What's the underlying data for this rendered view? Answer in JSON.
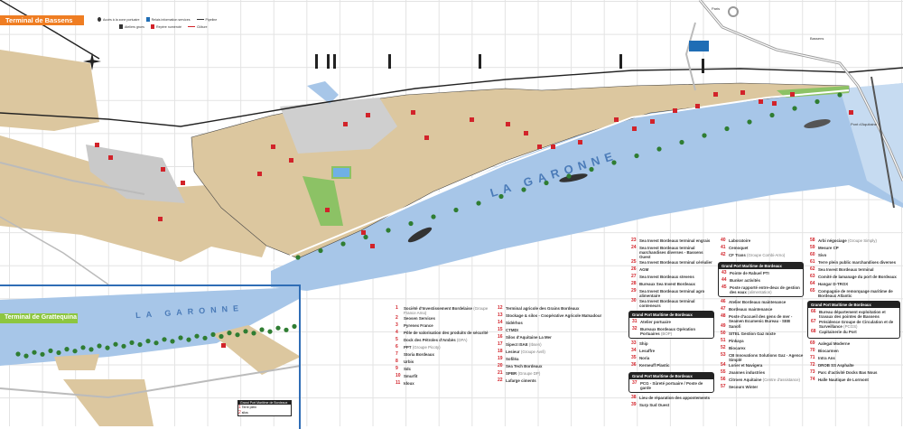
{
  "titles": {
    "bassens": "Terminal de Bassens",
    "grattequina": "Terminal de Grattequina"
  },
  "river": {
    "name": "LA GARONNE",
    "inset_name": "LA GARONNE"
  },
  "colors": {
    "river": "#a7c6e8",
    "land": "#dcc79f",
    "green": "#8cc265",
    "marker": "#d2232a",
    "title_bassens": "#ef7d22",
    "title_grattequina": "#8dc63f",
    "inset_border": "#2f6db5"
  },
  "legend": {
    "items": [
      {
        "icon": "access-icon",
        "label": "Accès à la zone portuaire"
      },
      {
        "icon": "info-panel-icon",
        "label": "Relais information services"
      },
      {
        "icon": "pipeline-icon",
        "label": "Pipeline"
      },
      {
        "icon": "crane-icon",
        "label": "Ateliers grues"
      },
      {
        "icon": "marker-icon",
        "label": "Repère numéroté"
      },
      {
        "icon": "fence-icon",
        "label": "Clôture"
      }
    ]
  },
  "map_labels": {
    "paris": "Paris",
    "bridge": "Pont d'Aquitaine",
    "sign": "Bassens"
  },
  "lists": {
    "col1": [
      {
        "n": "1",
        "t": "Société d'Investissement Bordelaise",
        "s": "(Groupe France Arno)"
      },
      {
        "n": "2",
        "t": "Seosen Services"
      },
      {
        "n": "3",
        "t": "Pyrenex France"
      },
      {
        "n": "4",
        "t": "Pôle de valorisation des produits de sécurité"
      },
      {
        "n": "5",
        "t": "Dock des Pétroles d'Ambès",
        "s": "(DPA)"
      },
      {
        "n": "6",
        "t": "PPT",
        "s": "(Groupe Picoty)"
      },
      {
        "n": "7",
        "t": "Storia Bordeaux"
      },
      {
        "n": "8",
        "t": "Urbis"
      },
      {
        "n": "9",
        "t": "Sdc"
      },
      {
        "n": "10",
        "t": "Smurfit"
      },
      {
        "n": "11",
        "t": "Idoux"
      }
    ],
    "col2": [
      {
        "n": "12",
        "t": "Terminal agricole des Grains Bordeaux"
      },
      {
        "n": "13",
        "t": "Stockage & silos - Coopérative Agricole Maïsadour"
      },
      {
        "n": "14",
        "t": "Sidérhos"
      },
      {
        "n": "15",
        "t": "CTMDI"
      },
      {
        "n": "16",
        "t": "Silos d'Aquitaine La Mer"
      },
      {
        "n": "17",
        "t": "Sipect ISAE",
        "s": "(Ibsen)"
      },
      {
        "n": "18",
        "t": "Lesieur",
        "s": "(Groupe Avril)"
      },
      {
        "n": "19",
        "t": "Sofiléa"
      },
      {
        "n": "20",
        "t": "Sea Tech Bordeaux"
      },
      {
        "n": "21",
        "t": "SPBR",
        "s": "(Groupe DP)"
      },
      {
        "n": "22",
        "t": "Lafarge ciments"
      }
    ],
    "col3": {
      "before": [
        {
          "n": "23",
          "t": "Sea Invest Bordeaux terminal engrais"
        },
        {
          "n": "24",
          "t": "Sea Invest Bordeaux terminal marchandises diverses - Bassens Ouest",
          "two": true
        },
        {
          "n": "25",
          "t": "Sea Invest Bordeaux terminal céréalier"
        },
        {
          "n": "26",
          "t": "AGM"
        },
        {
          "n": "27",
          "t": "Sea Invest Bordeaux stevens"
        },
        {
          "n": "28",
          "t": "Bureaux Sea Invest Bordeaux"
        },
        {
          "n": "29",
          "t": "Sea Invest Bordeaux terminal agro alimentaire"
        },
        {
          "n": "30",
          "t": "Sea Invest Bordeaux terminal conteneurs"
        }
      ],
      "box1": {
        "header": "Grand Port Maritime de Bordeaux",
        "items": [
          {
            "n": "31",
            "t": "Atelier portuaire"
          },
          {
            "n": "32",
            "t": "Bureaux Bordeaux Opération Portuaires",
            "s": "(BOP)"
          }
        ]
      },
      "middle": [
        {
          "n": "33",
          "t": "Ship"
        },
        {
          "n": "34",
          "t": "Lesaffre"
        },
        {
          "n": "35",
          "t": "Noria"
        },
        {
          "n": "36",
          "t": "Kerneuff Plastic"
        }
      ],
      "box2": {
        "header": "Grand Port Maritime de Bordeaux",
        "items": [
          {
            "n": "37",
            "t": "PCG - Sûreté portuaire / Poste de garde"
          }
        ]
      },
      "after": [
        {
          "n": "38",
          "t": "Lieu de réparation des appontements"
        },
        {
          "n": "39",
          "t": "Surp Sud Ouest"
        }
      ]
    },
    "col4": {
      "before": [
        {
          "n": "40",
          "t": "Laboratoire"
        },
        {
          "n": "41",
          "t": "Cemoquet"
        },
        {
          "n": "42",
          "t": "CF Trans",
          "s": "(Groupe Combi-Arno)"
        }
      ],
      "box": {
        "header": "Grand Port Maritime de Bordeaux",
        "items": [
          {
            "n": "43",
            "t": "Pointe de Rabuel PTI"
          },
          {
            "n": "44",
            "t": "Bunker activités"
          },
          {
            "n": "45",
            "t": "Poste rapporté entre-deux de gestion des eaux",
            "s": "(alimentation)",
            "two": true
          }
        ]
      },
      "after": [
        {
          "n": "46",
          "t": "Atelier Bordeaux maintenance"
        },
        {
          "n": "47",
          "t": "Bordeaux maintenance"
        },
        {
          "n": "48",
          "t": "Poste d'accueil des gens de mer - Seamen Ecumenic Bureau - SEB",
          "two": true
        },
        {
          "n": "49",
          "t": "Sanofi"
        },
        {
          "n": "50",
          "t": "SITEL Gestion Gaz mixte"
        },
        {
          "n": "51",
          "t": "Pinkaya"
        },
        {
          "n": "52",
          "t": "Biocarex"
        },
        {
          "n": "53",
          "t": "CB Innovations Solutions Gaz - Agence Simplé"
        },
        {
          "n": "54",
          "t": "Lorier et Navigera"
        },
        {
          "n": "55",
          "t": "Joannes industries"
        },
        {
          "n": "56",
          "t": "Citroen Aquitaine",
          "s": "(Centre d'assistance)"
        },
        {
          "n": "57",
          "t": "Secours Winter"
        }
      ]
    },
    "col5": {
      "before": [
        {
          "n": "58",
          "t": "Arbi négociage",
          "s": "(Groupe Simply)"
        },
        {
          "n": "59",
          "t": "Mesure CP"
        },
        {
          "n": "60",
          "t": "Sivo"
        },
        {
          "n": "61",
          "t": "Terre plein public marchandises diverses"
        },
        {
          "n": "62",
          "t": "Sea Invest Bordeaux terminal"
        },
        {
          "n": "63",
          "t": "Comité de lamanage du port de Bordeaux"
        },
        {
          "n": "64",
          "t": "Hangar D-TROX"
        },
        {
          "n": "65",
          "t": "Compagnie de remorquage maritime de Bordeaux Atlantic",
          "two": true
        }
      ],
      "box": {
        "header": "Grand Port Maritime de Bordeaux",
        "items": [
          {
            "n": "66",
            "t": "Bureau département exploitation et travaux des pointes de Bassens",
            "two": true
          },
          {
            "n": "67",
            "t": "Présidence Groupe de Circulation et de Surveillance",
            "s": "(PCGS)",
            "two": true
          },
          {
            "n": "68",
            "t": "Capitainerie du Port"
          }
        ]
      },
      "after": [
        {
          "n": "69",
          "t": "Aalegal Moderne"
        },
        {
          "n": "70",
          "t": "Biocarmen"
        },
        {
          "n": "71",
          "t": "Intra Ans"
        },
        {
          "n": "72",
          "t": "DROB SS Asphalte"
        },
        {
          "n": "73",
          "t": "Parc d'activité Docks Bas Nous"
        },
        {
          "n": "74",
          "t": "Halle Nautique de Lormont"
        }
      ]
    }
  },
  "inset_legend": {
    "header": "Grand Port Maritime de Bordeaux",
    "items": [
      {
        "n": "1",
        "t": "Terre plein"
      },
      {
        "n": "2",
        "t": "silos"
      }
    ]
  }
}
